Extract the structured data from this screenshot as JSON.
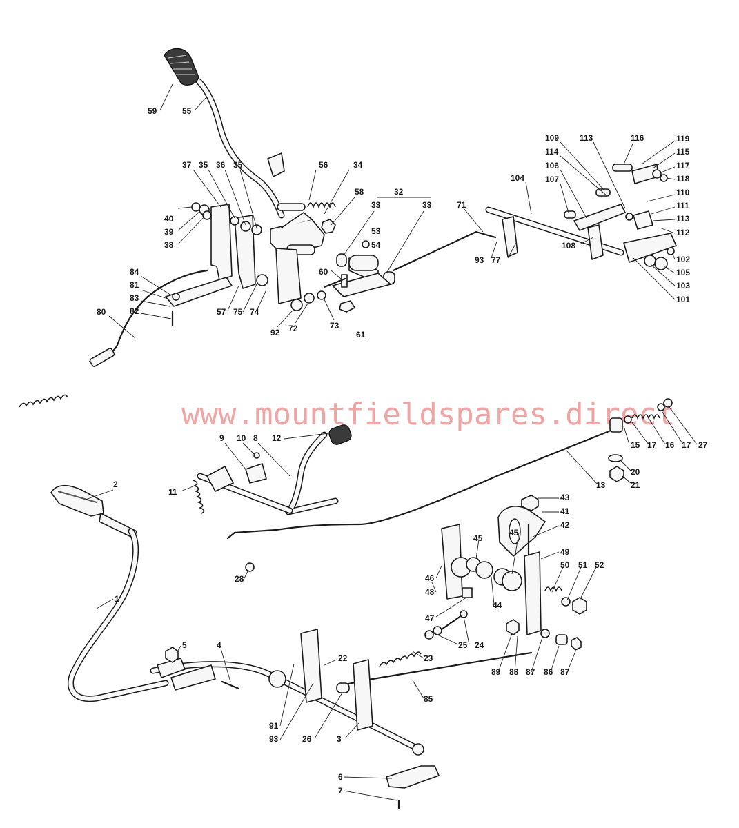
{
  "watermark": "www.mountfieldspares.direct",
  "callouts": [
    {
      "id": "59",
      "label": "59"
    },
    {
      "id": "55",
      "label": "55"
    },
    {
      "id": "56",
      "label": "56"
    },
    {
      "id": "34",
      "label": "34"
    },
    {
      "id": "37",
      "label": "37"
    },
    {
      "id": "35a",
      "label": "35"
    },
    {
      "id": "36",
      "label": "36"
    },
    {
      "id": "35b",
      "label": "35"
    },
    {
      "id": "58",
      "label": "58"
    },
    {
      "id": "32",
      "label": "32"
    },
    {
      "id": "33a",
      "label": "33"
    },
    {
      "id": "33b",
      "label": "33"
    },
    {
      "id": "53",
      "label": "53"
    },
    {
      "id": "54",
      "label": "54"
    },
    {
      "id": "60",
      "label": "60"
    },
    {
      "id": "40",
      "label": "40"
    },
    {
      "id": "39",
      "label": "39"
    },
    {
      "id": "38",
      "label": "38"
    },
    {
      "id": "84",
      "label": "84"
    },
    {
      "id": "81",
      "label": "81"
    },
    {
      "id": "83",
      "label": "83"
    },
    {
      "id": "82",
      "label": "82"
    },
    {
      "id": "80",
      "label": "80"
    },
    {
      "id": "57",
      "label": "57"
    },
    {
      "id": "75",
      "label": "75"
    },
    {
      "id": "74",
      "label": "74"
    },
    {
      "id": "92",
      "label": "92"
    },
    {
      "id": "72",
      "label": "72"
    },
    {
      "id": "73",
      "label": "73"
    },
    {
      "id": "61",
      "label": "61"
    },
    {
      "id": "71",
      "label": "71"
    },
    {
      "id": "93a",
      "label": "93"
    },
    {
      "id": "77",
      "label": "77"
    },
    {
      "id": "104",
      "label": "104"
    },
    {
      "id": "109",
      "label": "109"
    },
    {
      "id": "114",
      "label": "114"
    },
    {
      "id": "106",
      "label": "106"
    },
    {
      "id": "107",
      "label": "107"
    },
    {
      "id": "113a",
      "label": "113"
    },
    {
      "id": "116",
      "label": "116"
    },
    {
      "id": "119",
      "label": "119"
    },
    {
      "id": "115",
      "label": "115"
    },
    {
      "id": "117",
      "label": "117"
    },
    {
      "id": "118",
      "label": "118"
    },
    {
      "id": "110",
      "label": "110"
    },
    {
      "id": "111",
      "label": "111"
    },
    {
      "id": "113b",
      "label": "113"
    },
    {
      "id": "112",
      "label": "112"
    },
    {
      "id": "108",
      "label": "108"
    },
    {
      "id": "102",
      "label": "102"
    },
    {
      "id": "105",
      "label": "105"
    },
    {
      "id": "103",
      "label": "103"
    },
    {
      "id": "101",
      "label": "101"
    },
    {
      "id": "9",
      "label": "9"
    },
    {
      "id": "10",
      "label": "10"
    },
    {
      "id": "8",
      "label": "8"
    },
    {
      "id": "12",
      "label": "12"
    },
    {
      "id": "11",
      "label": "11"
    },
    {
      "id": "2",
      "label": "2"
    },
    {
      "id": "15",
      "label": "15"
    },
    {
      "id": "17a",
      "label": "17"
    },
    {
      "id": "16",
      "label": "16"
    },
    {
      "id": "17b",
      "label": "17"
    },
    {
      "id": "27",
      "label": "27"
    },
    {
      "id": "20",
      "label": "20"
    },
    {
      "id": "21",
      "label": "21"
    },
    {
      "id": "13",
      "label": "13"
    },
    {
      "id": "43",
      "label": "43"
    },
    {
      "id": "41",
      "label": "41"
    },
    {
      "id": "42",
      "label": "42"
    },
    {
      "id": "45a",
      "label": "45"
    },
    {
      "id": "45b",
      "label": "45"
    },
    {
      "id": "49",
      "label": "49"
    },
    {
      "id": "50",
      "label": "50"
    },
    {
      "id": "51",
      "label": "51"
    },
    {
      "id": "52",
      "label": "52"
    },
    {
      "id": "46",
      "label": "46"
    },
    {
      "id": "48",
      "label": "48"
    },
    {
      "id": "44",
      "label": "44"
    },
    {
      "id": "47",
      "label": "47"
    },
    {
      "id": "28",
      "label": "28"
    },
    {
      "id": "1",
      "label": "1"
    },
    {
      "id": "25",
      "label": "25"
    },
    {
      "id": "24",
      "label": "24"
    },
    {
      "id": "23",
      "label": "23"
    },
    {
      "id": "89",
      "label": "89"
    },
    {
      "id": "88",
      "label": "88"
    },
    {
      "id": "87a",
      "label": "87"
    },
    {
      "id": "86",
      "label": "86"
    },
    {
      "id": "87b",
      "label": "87"
    },
    {
      "id": "5",
      "label": "5"
    },
    {
      "id": "4",
      "label": "4"
    },
    {
      "id": "22",
      "label": "22"
    },
    {
      "id": "85",
      "label": "85"
    },
    {
      "id": "91",
      "label": "91"
    },
    {
      "id": "93b",
      "label": "93"
    },
    {
      "id": "26",
      "label": "26"
    },
    {
      "id": "3",
      "label": "3"
    },
    {
      "id": "6",
      "label": "6"
    },
    {
      "id": "7",
      "label": "7"
    }
  ]
}
